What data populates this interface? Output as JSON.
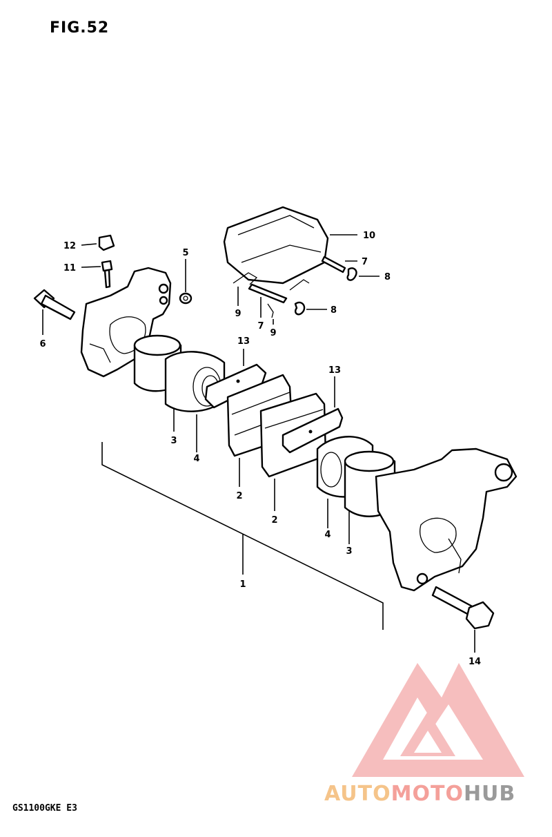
{
  "figure": {
    "title": "FIG.52",
    "model_code": "GS1100GKE  E3"
  },
  "callouts": [
    {
      "id": "1",
      "label": "1"
    },
    {
      "id": "2a",
      "label": "2"
    },
    {
      "id": "2b",
      "label": "2"
    },
    {
      "id": "3a",
      "label": "3"
    },
    {
      "id": "3b",
      "label": "3"
    },
    {
      "id": "4a",
      "label": "4"
    },
    {
      "id": "4b",
      "label": "4"
    },
    {
      "id": "5",
      "label": "5"
    },
    {
      "id": "6",
      "label": "6"
    },
    {
      "id": "7a",
      "label": "7"
    },
    {
      "id": "7b",
      "label": "7"
    },
    {
      "id": "8a",
      "label": "8"
    },
    {
      "id": "8b",
      "label": "8"
    },
    {
      "id": "9a",
      "label": "9"
    },
    {
      "id": "9b",
      "label": "9"
    },
    {
      "id": "10",
      "label": "10"
    },
    {
      "id": "11",
      "label": "11"
    },
    {
      "id": "12",
      "label": "12"
    },
    {
      "id": "13a",
      "label": "13"
    },
    {
      "id": "13b",
      "label": "13"
    },
    {
      "id": "14",
      "label": "14"
    }
  ],
  "watermark": {
    "part1": "AUTO",
    "part2": "MOTO",
    "part3": "HUB",
    "colors": [
      "#f5c48a",
      "#f4a09a",
      "#9a9a9a"
    ]
  }
}
